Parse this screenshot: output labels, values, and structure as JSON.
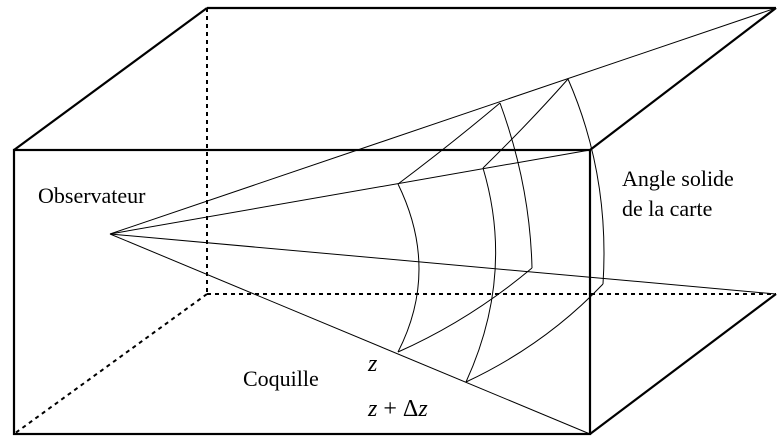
{
  "labels": {
    "observer": "Observateur",
    "solid_angle_line1": "Angle solide",
    "solid_angle_line2": "de la carte",
    "shell": "Coquille",
    "z": "z",
    "z_plus_dz_var": "z",
    "z_plus_dz_op": " + ",
    "z_plus_dz_delta": "Δ",
    "z_plus_dz_var2": "z"
  }
}
